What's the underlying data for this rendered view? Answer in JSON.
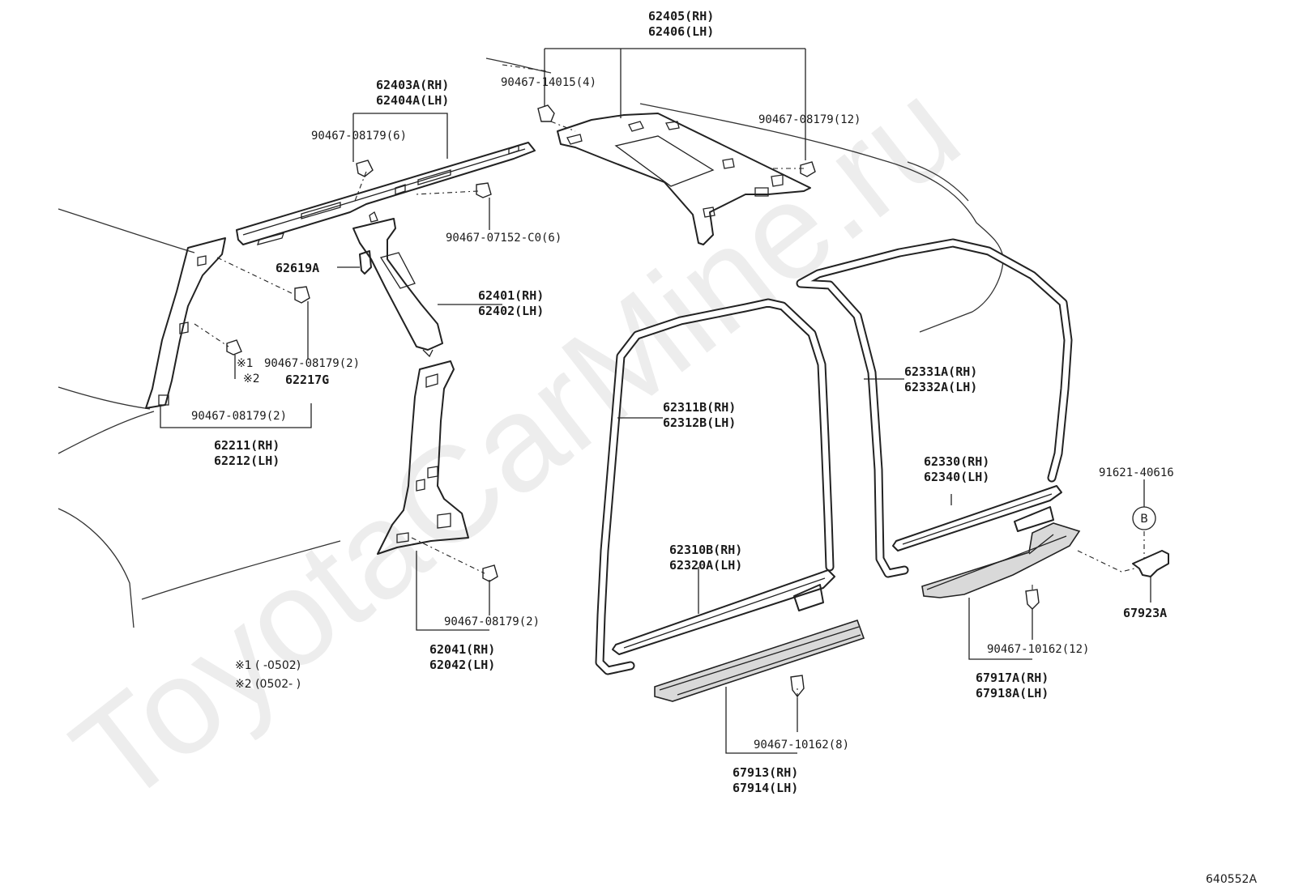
{
  "diagram": {
    "watermark": "ToyotaCarMine.ru",
    "figure_code": "640552A",
    "callout_letter": "B",
    "labels": {
      "p62405": "62405(RH)",
      "p62406": "62406(LH)",
      "p90467_14015": "90467-14015(4)",
      "p90467_08179_12": "90467-08179(12)",
      "p62403A": "62403A(RH)",
      "p62404A": "62404A(LH)",
      "p90467_08179_6": "90467-08179(6)",
      "p90467_07152": "90467-07152-C0(6)",
      "p62619A": "62619A",
      "p62401": "62401(RH)",
      "p62402": "62402(LH)",
      "p90467_08179_2a": "90467-08179(2)",
      "mark1": "※1",
      "mark2": "※2",
      "p62217G": "62217G",
      "p90467_08179_2b": "90467-08179(2)",
      "p62211": "62211(RH)",
      "p62212": "62212(LH)",
      "p90467_08179_2c": "90467-08179(2)",
      "p62041": "62041(RH)",
      "p62042": "62042(LH)",
      "p62311B": "62311B(RH)",
      "p62312B": "62312B(LH)",
      "p62331A": "62331A(RH)",
      "p62332A": "62332A(LH)",
      "p62330": "62330(RH)",
      "p62340": "62340(LH)",
      "p91621_40616": "91621-40616",
      "p62310B": "62310B(RH)",
      "p62320A": "62320A(LH)",
      "p67923A": "67923A",
      "p90467_10162_12": "90467-10162(12)",
      "p67917A": "67917A(RH)",
      "p67918A": "67918A(LH)",
      "p90467_10162_8": "90467-10162(8)",
      "p67913": "67913(RH)",
      "p67914": "67914(LH)"
    },
    "notes": {
      "note1": "※1 (      -0502)",
      "note2": "※2  (0502-      )"
    }
  }
}
